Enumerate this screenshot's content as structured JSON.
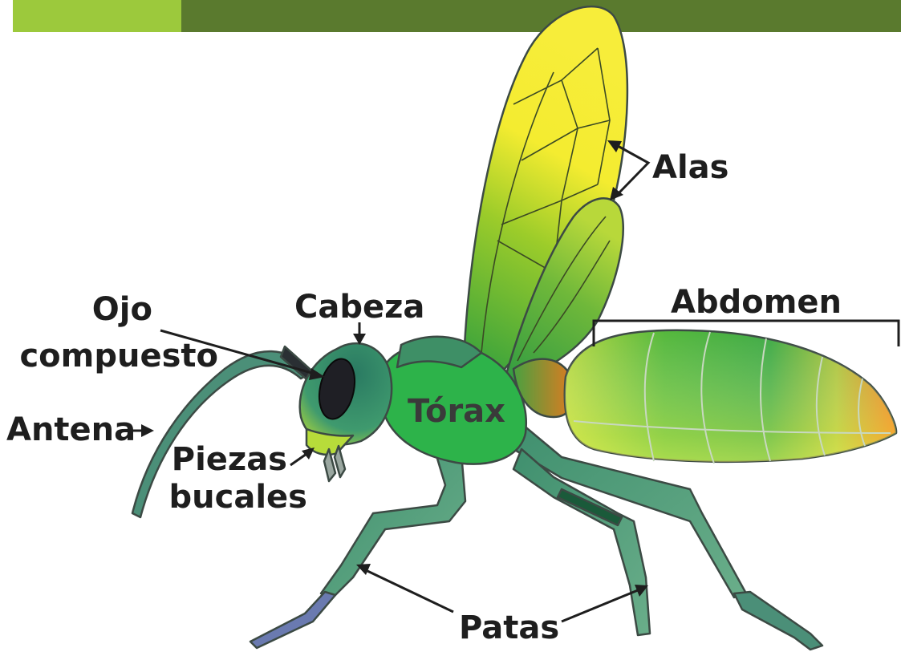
{
  "banner": {
    "accent_color": "#9cc93c",
    "bar_color": "#5a7a2e"
  },
  "labels": {
    "ojo": "Ojo",
    "compuesto": "compuesto",
    "cabeza": "Cabeza",
    "antena": "Antena",
    "piezas": "Piezas",
    "bucales": "bucales",
    "torax": "Tórax",
    "alas": "Alas",
    "abdomen": "Abdomen",
    "patas": "Patas"
  },
  "colors": {
    "body_green": "#2db34a",
    "wing_yellow": "#f4ec30",
    "leg_teal": "#4b8f78",
    "tip_orange": "#ef7a18",
    "eye": "#1f1f25"
  }
}
